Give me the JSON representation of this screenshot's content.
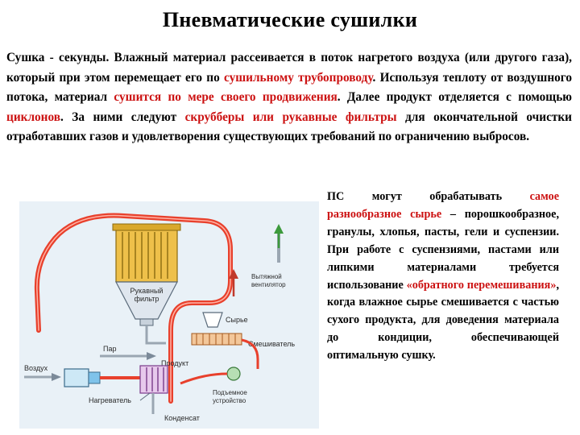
{
  "title": "Пневматические сушилки",
  "intro": {
    "p1": "Сушка - секунды. Влажный материал рассеивается в поток нагретого воздуха (или другого газа), который при этом перемещает его по ",
    "r1": "сушильному трубопроводу",
    "p2": ". Используя теплоту от воздушного потока, материал ",
    "r2": "сушится по мере своего продвижения",
    "p3": ". Далее продукт отделяется с помощью ",
    "r3": "циклонов",
    "p4": ". За ними следуют ",
    "r4": "скрубберы или рукавные фильтры",
    "p5": " для окончательной очистки отработавших газов и удовлетворения существующих требований по ограничению выбросов."
  },
  "side": {
    "p1": "ПС могут обрабатывать ",
    "r1": "самое разнообразное сырье",
    "p2": " – порошкообразное, гранулы, хлопья, пасты, гели и суспензии. При работе с суспензиями, пастами или липкими материалами требуется использование ",
    "r2": "«обратного перемешивания»",
    "p3": ", когда влажное сырье смешивается с частью сухого продукта, для доведения материала до кондиции, обеспечивающей оптимальную сушку."
  },
  "diagram": {
    "filter_line1": "Рукавный",
    "filter_line2": "фильтр",
    "fan_line1": "Вытяжной",
    "fan_line2": "вентилятор",
    "raw": "Сырье",
    "mixer": "Смешиватель",
    "steam": "Пар",
    "product": "Продукт",
    "air": "Воздух",
    "heater": "Нагреватель",
    "lift_line1": "Подъемное",
    "lift_line2": "устройство",
    "condensate": "Конденсат"
  },
  "colors": {
    "accent_text": "#cc1111",
    "duct": "#e8402c",
    "filter": "#e9b83a",
    "background_panel": "#e9f1f7"
  }
}
